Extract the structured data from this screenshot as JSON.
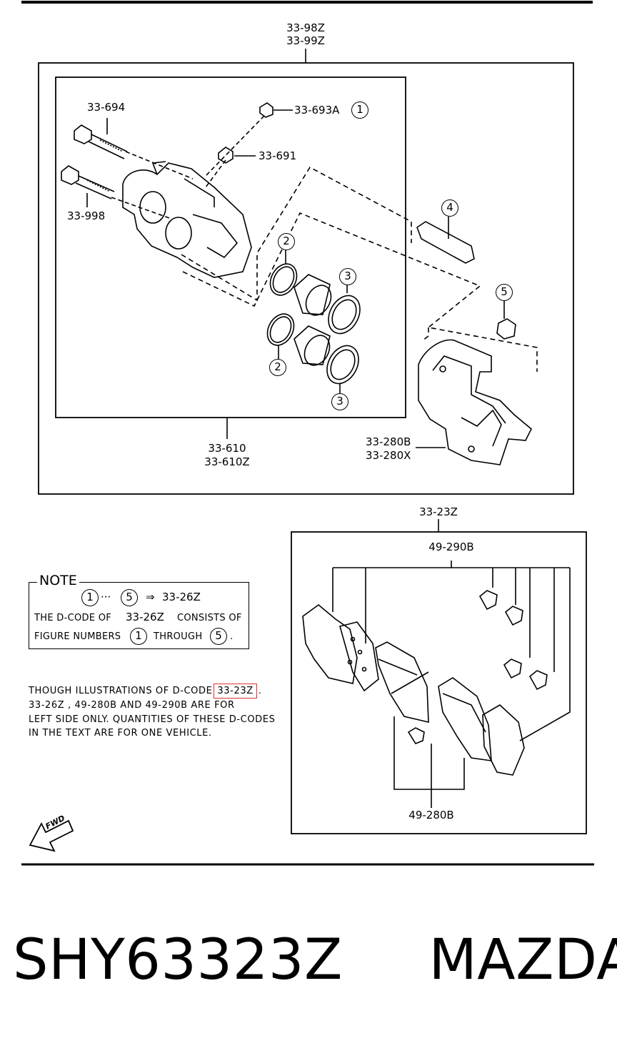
{
  "labels": {
    "assembly_top": [
      "33-98Z",
      "33-99Z"
    ],
    "bolt_upper": "33-694",
    "bolt_lower": "33-998",
    "cap": "33-693A",
    "bleeder": "33-691",
    "caliper": [
      "33-610",
      "33-610Z"
    ],
    "bracket": [
      "33-280B",
      "33-280X"
    ],
    "pad_set": "33-23Z",
    "shims": "49-290B",
    "clips": "49-280B"
  },
  "callouts": [
    "1",
    "2",
    "3",
    "4",
    "5"
  ],
  "note": {
    "title": "NOTE",
    "line1_start": "1",
    "line1_dots": "···",
    "line1_end": "5",
    "line1_arrow": "⇒",
    "line1_code": "33-26Z",
    "line2_a": "THE D-CODE OF",
    "line2_code": "33-26Z",
    "line2_b": "CONSISTS OF",
    "line3_a": "FIGURE NUMBERS",
    "line3_start": "1",
    "line3_b": "THROUGH",
    "line3_end": "5",
    "line3_dot": "."
  },
  "paragraph": {
    "line1_a": "THOUGH ILLUSTRATIONS OF D-CODE",
    "line1_highlight": "33-23Z",
    "line1_b": ".",
    "line2": "33-26Z , 49-280B AND 49-290B ARE FOR",
    "line3": "LEFT SIDE ONLY. QUANTITIES OF THESE D-CODES",
    "line4": "IN THE TEXT ARE FOR ONE VEHICLE."
  },
  "fwd": "FWD",
  "footer": {
    "part_number": "SHY63323Z",
    "brand": "MAZDA"
  }
}
